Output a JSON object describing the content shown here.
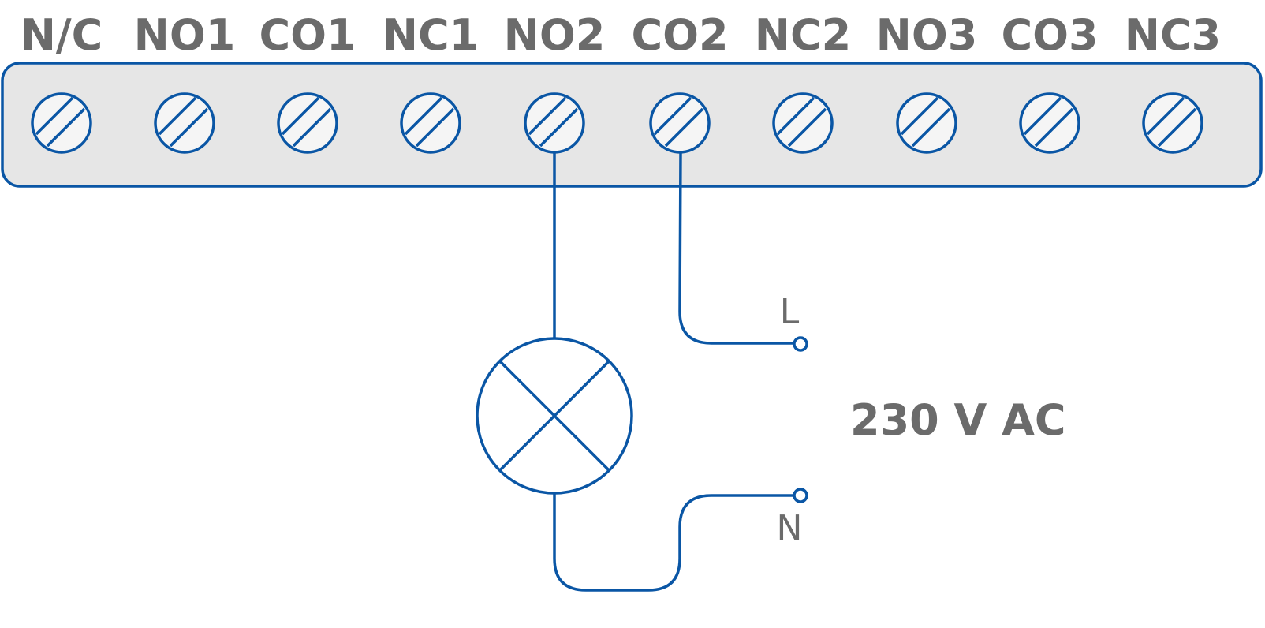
{
  "terminals": [
    {
      "label": "N/C"
    },
    {
      "label": "NO1"
    },
    {
      "label": "CO1"
    },
    {
      "label": "NC1"
    },
    {
      "label": "NO2"
    },
    {
      "label": "CO2"
    },
    {
      "label": "NC2"
    },
    {
      "label": "NO3"
    },
    {
      "label": "CO3"
    },
    {
      "label": "NC3"
    }
  ],
  "wires": {
    "live_label": "L",
    "neutral_label": "N"
  },
  "supply": {
    "voltage_label": "230 V AC"
  },
  "lamp": {
    "icon": "lamp-icon"
  },
  "colors": {
    "line": "#0a56a5",
    "strip_fill": "#e6e6e6",
    "screw_fill": "#f5f5f5",
    "text": "#6b6b6b"
  }
}
